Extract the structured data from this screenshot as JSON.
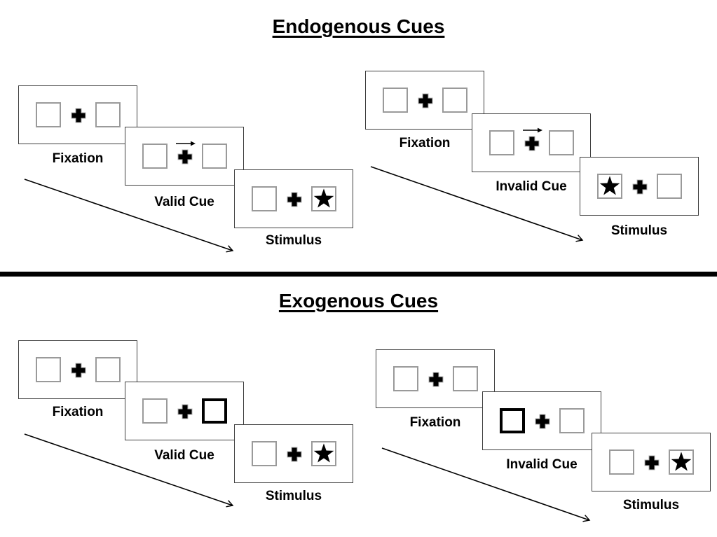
{
  "colors": {
    "background": "#ffffff",
    "ink": "#000000",
    "frame_border": "#3f3f3f",
    "placeholder_box_border": "#9a9a9a",
    "peripheral_cue_border": "#000000"
  },
  "icons": {
    "fixation_cross": "plus-icon",
    "target": "star-icon",
    "central_cue": "right-arrow-icon",
    "sequence": "diagonal-down-right-arrow-icon"
  },
  "sections": [
    {
      "title": "Endogenous Cues",
      "trials": [
        {
          "name": "valid-trial",
          "cue": "central arrow above fixation cross pointing right",
          "target_location": "right box",
          "frames": [
            {
              "label": "Fixation"
            },
            {
              "label": "Valid Cue"
            },
            {
              "label": "Stimulus"
            }
          ]
        },
        {
          "name": "invalid-trial",
          "cue": "central arrow above fixation cross pointing right",
          "target_location": "left box",
          "frames": [
            {
              "label": "Fixation"
            },
            {
              "label": "Invalid Cue"
            },
            {
              "label": "Stimulus"
            }
          ]
        }
      ]
    },
    {
      "title": "Exogenous Cues",
      "trials": [
        {
          "name": "valid-trial",
          "cue": "right peripheral box thickened",
          "target_location": "right box",
          "frames": [
            {
              "label": "Fixation"
            },
            {
              "label": "Valid Cue"
            },
            {
              "label": "Stimulus"
            }
          ]
        },
        {
          "name": "invalid-trial",
          "cue": "left peripheral box thickened",
          "target_location": "right box",
          "frames": [
            {
              "label": "Fixation"
            },
            {
              "label": "Invalid Cue"
            },
            {
              "label": "Stimulus"
            }
          ]
        }
      ]
    }
  ]
}
